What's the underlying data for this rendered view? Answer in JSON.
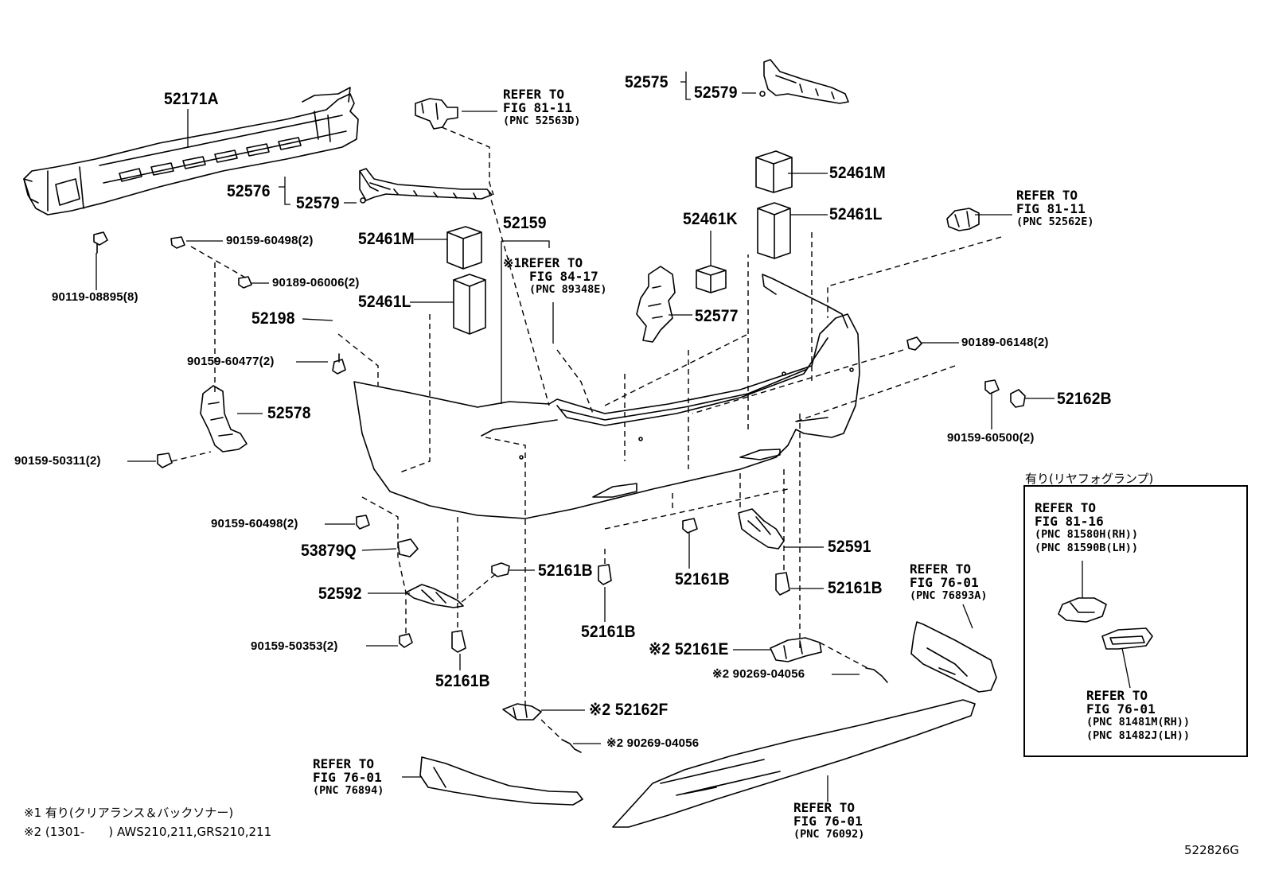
{
  "diagram_code": "522826G",
  "parts": [
    {
      "id": "p1",
      "text": "52171A"
    },
    {
      "id": "p2",
      "text": "52576"
    },
    {
      "id": "p3",
      "text": "52579"
    },
    {
      "id": "p4",
      "text": "52575"
    },
    {
      "id": "p5",
      "text": "52579"
    },
    {
      "id": "p6",
      "text": "90119-08895(8)"
    },
    {
      "id": "p7",
      "text": "90159-60498(2)"
    },
    {
      "id": "p8",
      "text": "90189-06006(2)"
    },
    {
      "id": "p9",
      "text": "52461M"
    },
    {
      "id": "p10",
      "text": "52461L"
    },
    {
      "id": "p11",
      "text": "52159"
    },
    {
      "id": "p12",
      "text": "52198"
    },
    {
      "id": "p13",
      "text": "90159-60477(2)"
    },
    {
      "id": "p14",
      "text": "52578"
    },
    {
      "id": "p15",
      "text": "90159-50311(2)"
    },
    {
      "id": "p16",
      "text": "52461M"
    },
    {
      "id": "p17",
      "text": "52461K"
    },
    {
      "id": "p18",
      "text": "52461L"
    },
    {
      "id": "p19",
      "text": "52577"
    },
    {
      "id": "p20",
      "text": "90189-06148(2)"
    },
    {
      "id": "p21",
      "text": "52162B"
    },
    {
      "id": "p22",
      "text": "90159-60500(2)"
    },
    {
      "id": "p23",
      "text": "90159-60498(2)"
    },
    {
      "id": "p24",
      "text": "53879Q"
    },
    {
      "id": "p25",
      "text": "52161B"
    },
    {
      "id": "p26",
      "text": "52592"
    },
    {
      "id": "p27",
      "text": "90159-50353(2)"
    },
    {
      "id": "p28",
      "text": "52161B"
    },
    {
      "id": "p29",
      "text": "52161B"
    },
    {
      "id": "p30",
      "text": "52161B"
    },
    {
      "id": "p31",
      "text": "52591"
    },
    {
      "id": "p32",
      "text": "52161B"
    },
    {
      "id": "p33",
      "text": "※2 52161E"
    },
    {
      "id": "p34",
      "text": "※2 90269-04056"
    },
    {
      "id": "p35",
      "text": "※2 52162F"
    },
    {
      "id": "p36",
      "text": "※2 90269-04056"
    }
  ],
  "references": [
    {
      "id": "r1",
      "lines": [
        "REFER TO",
        "FIG 81-11"
      ],
      "pnc": "(PNC 52563D)"
    },
    {
      "id": "r2",
      "lines": [
        "※1REFER TO",
        "FIG 84-17"
      ],
      "pnc": "(PNC 89348E)"
    },
    {
      "id": "r3",
      "lines": [
        "REFER TO",
        "FIG 81-11"
      ],
      "pnc": "(PNC 52562E)"
    },
    {
      "id": "r4",
      "lines": [
        "REFER TO",
        "FIG 76-01"
      ],
      "pnc": "(PNC 76893A)"
    },
    {
      "id": "r5",
      "lines": [
        "REFER TO",
        "FIG 76-01"
      ],
      "pnc": "(PNC 76894)"
    },
    {
      "id": "r6",
      "lines": [
        "REFER TO",
        "FIG 76-01"
      ],
      "pnc": "(PNC 76092)"
    },
    {
      "id": "r7",
      "lines": [
        "REFER TO",
        "FIG 81-16"
      ],
      "pnc": "(PNC 81580H(RH))",
      "pnc2": "(PNC 81590B(LH))"
    },
    {
      "id": "r8",
      "lines": [
        "REFER TO",
        "FIG 76-01"
      ],
      "pnc": "(PNC 81481M(RH))",
      "pnc2": "(PNC 81482J(LH))"
    }
  ],
  "inset": {
    "title": "有り(リヤフォグランプ)"
  },
  "notes": [
    "※1 有り(クリアランス＆バックソナー)",
    "※2 (1301-　　) AWS210,211,GRS210,211"
  ]
}
